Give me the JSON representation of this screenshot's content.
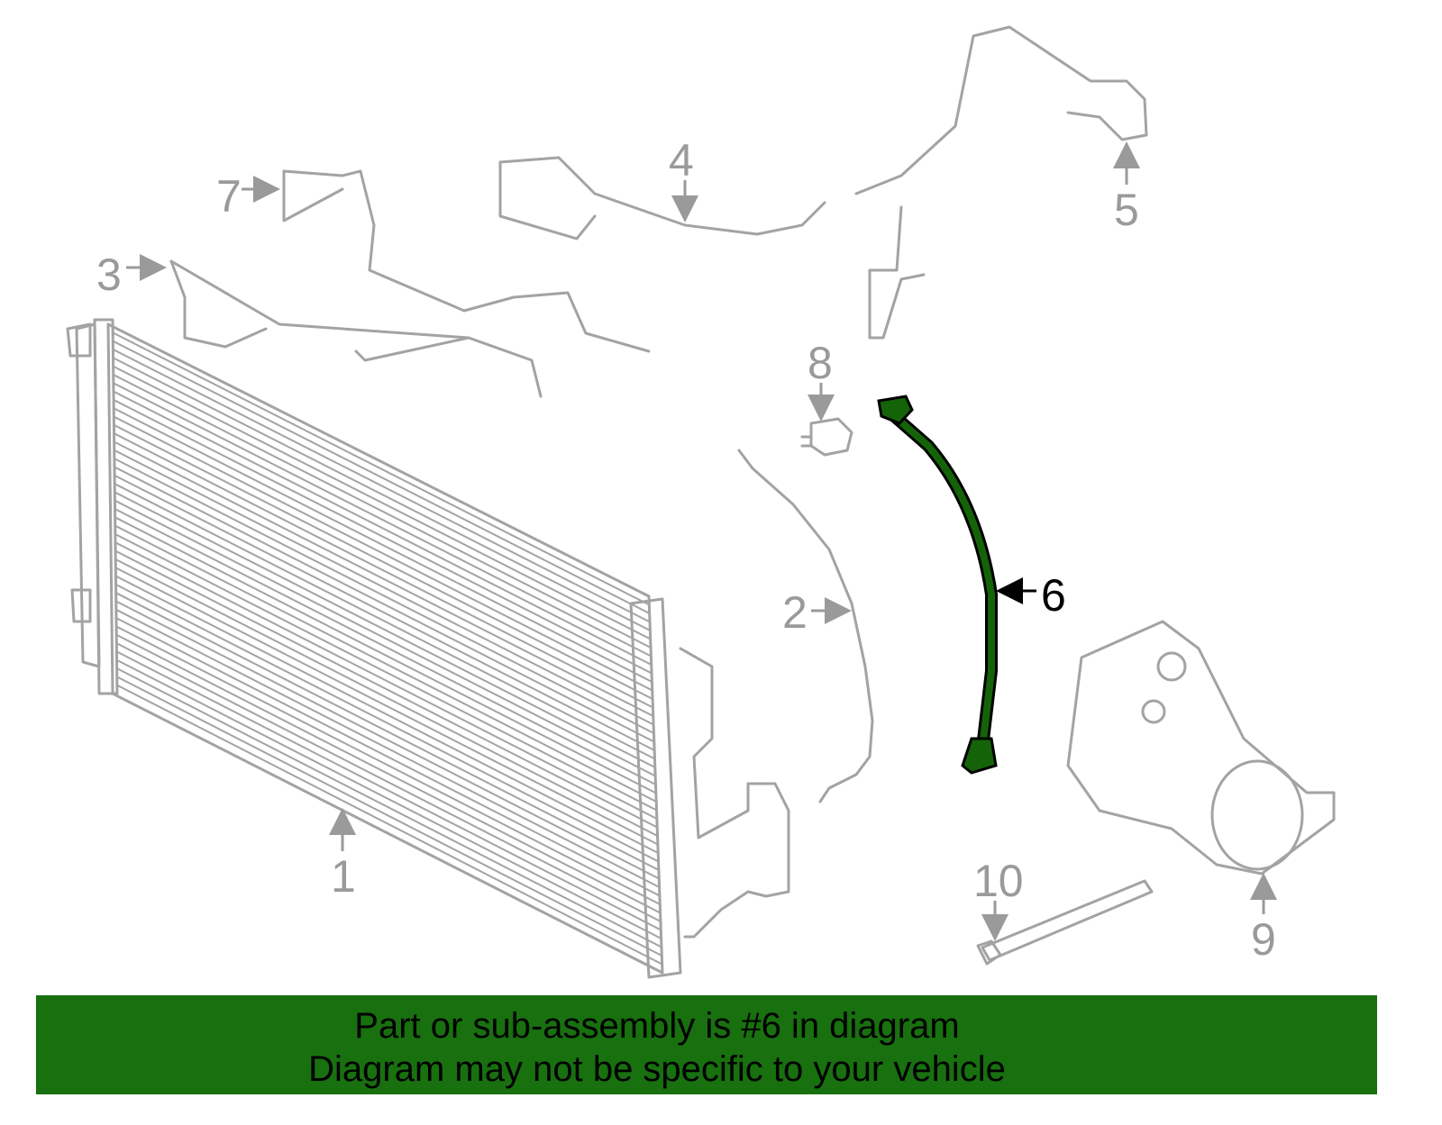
{
  "diagram": {
    "highlight_color": "#156309",
    "callouts": [
      "1",
      "2",
      "3",
      "4",
      "5",
      "6",
      "7",
      "8",
      "9",
      "10"
    ],
    "selected": "6"
  },
  "banner": {
    "line1": "Part or sub-assembly is #6 in diagram",
    "line2": "Diagram may not be specific to your vehicle",
    "color": "#18700f"
  }
}
